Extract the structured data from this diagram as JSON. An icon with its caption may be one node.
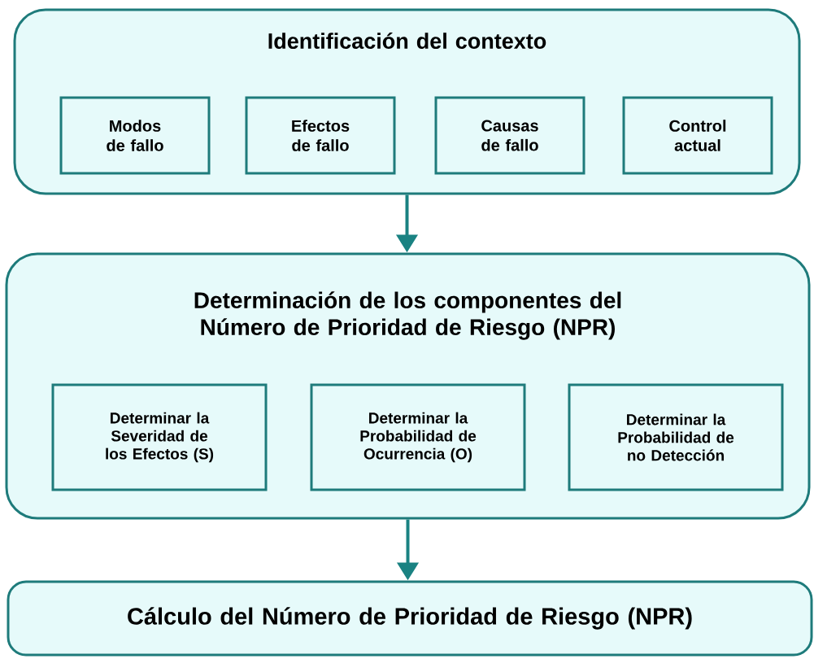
{
  "diagram": {
    "nodes": [
      {
        "text": [
          "Identificación del contexto"
        ]
      },
      {
        "text": [
          "Modos de fallo"
        ],
        "in": 0
      },
      {
        "text": [
          "Efectos de fallo"
        ],
        "in": 0
      },
      {
        "text": [
          "Causas de fallo"
        ],
        "in": 0
      },
      {
        "text": [
          "Control actual"
        ],
        "in": 0
      },
      {
        "text": [
          "Determinación de los componentes del Número de Prioridad de Riesgo (NPR)"
        ]
      },
      {
        "text": [
          "Determinar la Severidad de los Efectos (S)"
        ],
        "in": 5
      },
      {
        "text": [
          "Determinar la Probabilidad de Ocurrencia (O)"
        ],
        "in": 5
      },
      {
        "text": [
          "Determinar la Probabilidad de no Detección"
        ],
        "in": 5
      },
      {
        "text": [
          "Cálculo del Número de Prioridad de Riesgo (NPR)"
        ]
      }
    ],
    "edges": [
      {
        "from": 0,
        "to": 5,
        "arrow": "to"
      },
      {
        "from": 5,
        "to": 9,
        "arrow": "to"
      }
    ]
  }
}
